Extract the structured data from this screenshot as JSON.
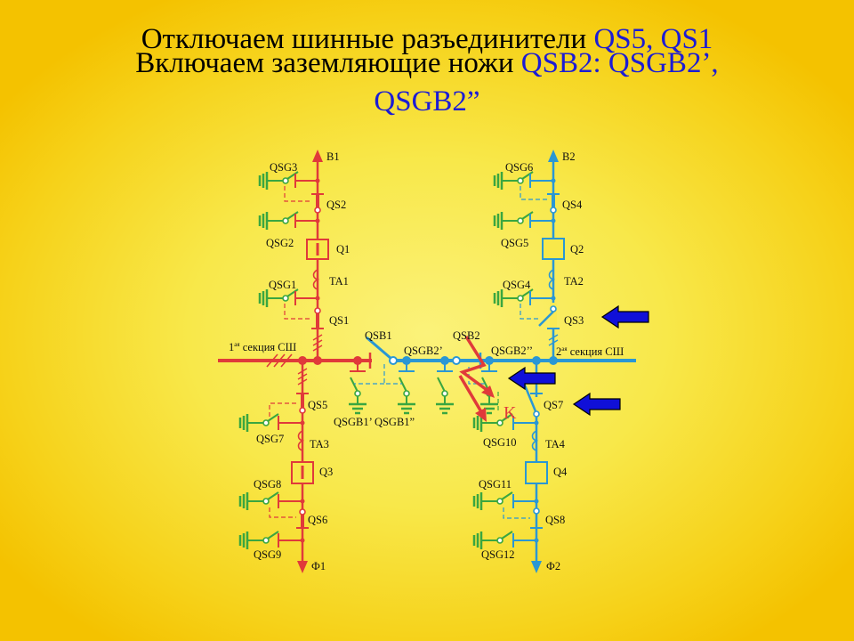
{
  "title": {
    "line1_text": "Отключаем шинные разъединители ",
    "line1_highlight": "QS5, QS1",
    "line2_text": "Включаем заземляющие ножи ",
    "line2_highlight": "QSB2: QSGB2’,",
    "line3_highlight": "QSGB2”"
  },
  "colors": {
    "section1": "#e03a3a",
    "section2": "#2a97d4",
    "ground": "#3aa640",
    "arrow": "#1010d8",
    "highlight": "#1c1cd4"
  },
  "diagram": {
    "left_top": {
      "line": "B1",
      "qsg3": "QSG3",
      "qs2": "QS2",
      "qsg2": "QSG2",
      "q1": "Q1",
      "ta1": "TA1",
      "qsg1": "QSG1",
      "qs1": "QS1"
    },
    "right_top": {
      "line": "B2",
      "qsg6": "QSG6",
      "qs4": "QS4",
      "qsg5": "QSG5",
      "q2": "Q2",
      "ta2": "TA2",
      "qsg4": "QSG4",
      "qs3": "QS3"
    },
    "bus": {
      "section1_num": "1",
      "section1_sup": "ая",
      "section1_label": " секция СШ",
      "section2_num": "2",
      "section2_sup": "ая",
      "section2_label": " секция СШ",
      "qsb1": "QSB1",
      "qsb2": "QSB2",
      "qsgb2a": "QSGB2’",
      "qsgb2b": "QSGB2’’",
      "qsgb1": "QSGB1’ QSGB1”"
    },
    "left_bottom": {
      "qs5": "QS5",
      "qsg7": "QSG7",
      "ta3": "TA3",
      "q3": "Q3",
      "qsg8": "QSG8",
      "qs6": "QS6",
      "qsg9": "QSG9",
      "line": "Ф1"
    },
    "right_bottom": {
      "qs7": "QS7",
      "qsg10": "QSG10",
      "ta4": "TA4",
      "q4": "Q4",
      "qsg11": "QSG11",
      "qs8": "QS8",
      "qsg12": "QSG12",
      "line": "Ф2"
    },
    "fault_label": "K"
  }
}
